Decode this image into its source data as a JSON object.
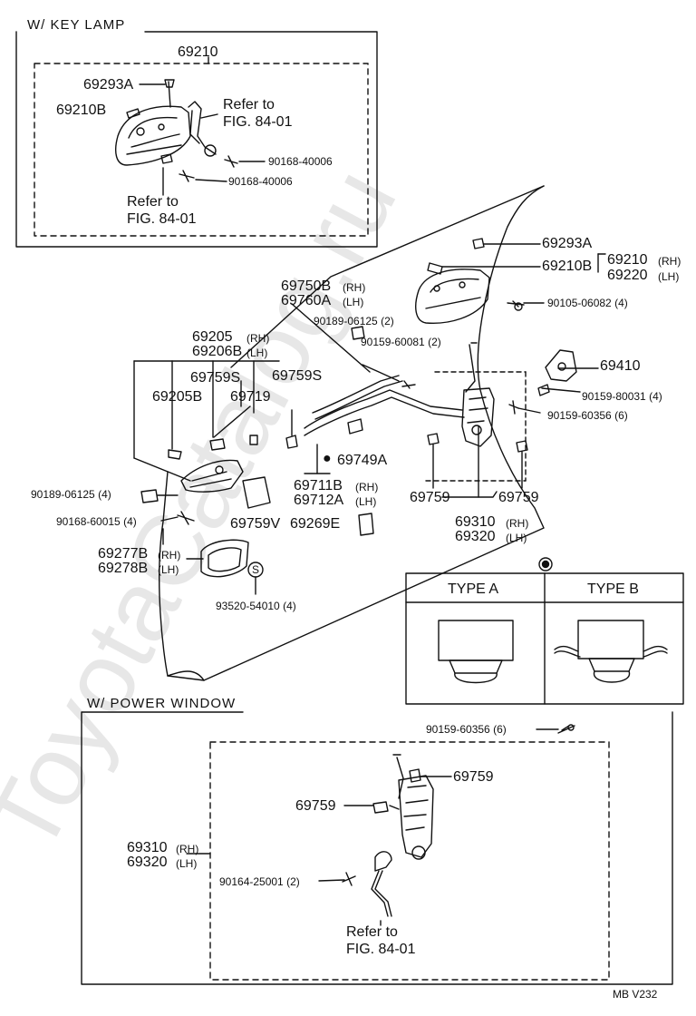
{
  "sections": {
    "key_lamp": "W/ KEY  LAMP",
    "power_window": "W/ POWER  WINDOW"
  },
  "watermark": "ToyotaCatalog.ru",
  "key_lamp_labels": {
    "assy": "69210",
    "cover": "69293A",
    "bezel": "69210B",
    "refer1_line1": "Refer to",
    "refer1_line2": "FIG. 84-01",
    "screw1": "90168-40006",
    "screw2": "90168-40006",
    "refer2_line1": "Refer to",
    "refer2_line2": "FIG. 84-01"
  },
  "main_labels": {
    "cover": "69293A",
    "bezel": "69210B",
    "handle_rh": "69210",
    "handle_rh_tag": "(RH)",
    "handle_lh": "69220",
    "handle_lh_tag": "(LH)",
    "bolt_handle": "90105-06082 (4)",
    "rod_b": "69750B",
    "rod_b_tag": "(RH)",
    "rod_a": "69760A",
    "rod_a_tag": "(LH)",
    "clip_bolt": "90189-06125 (2)",
    "screw_2": "90159-60081 (2)",
    "striker": "69410",
    "screw_striker": "90159-80031 (4)",
    "screw_lock": "90159-60356 (6)",
    "inner_rh": "69205",
    "inner_rh_tag": "(RH)",
    "inner_lh": "69206B",
    "inner_lh_tag": "(LH)",
    "clip_s1": "69759S",
    "clip_s2": "69759S",
    "lever": "69205B",
    "clip_719": "69719",
    "clip_749": "69749A",
    "link_rh": "69711B",
    "link_rh_tag": "(RH)",
    "link_lh": "69712A",
    "link_lh_tag": "(LH)",
    "clip_l": "69759",
    "clip_r": "69759",
    "lock_rh": "69310",
    "lock_rh_tag": "(RH)",
    "lock_lh": "69320",
    "lock_lh_tag": "(LH)",
    "clip_bolt4": "90189-06125 (4)",
    "screw_4": "90168-60015 (4)",
    "pad": "69759V",
    "cap": "69269E",
    "bezel_rh": "69277B",
    "bezel_rh_tag": "(RH)",
    "bezel_lh": "69278B",
    "bezel_lh_tag": "(LH)",
    "s_mark": "S",
    "screw_s": "93520-54010 (4)"
  },
  "type_table": {
    "header_a": "TYPE A",
    "header_b": "TYPE B"
  },
  "power_labels": {
    "screw_top": "90159-60356 (6)",
    "clip_upper": "69759",
    "clip_left": "69759",
    "lock_rh": "69310",
    "lock_rh_tag": "(RH)",
    "lock_lh": "69320",
    "lock_lh_tag": "(LH)",
    "screw_bottom": "90164-25001 (2)",
    "refer_line1": "Refer to",
    "refer_line2": "FIG. 84-01"
  },
  "code": "MB  V232"
}
